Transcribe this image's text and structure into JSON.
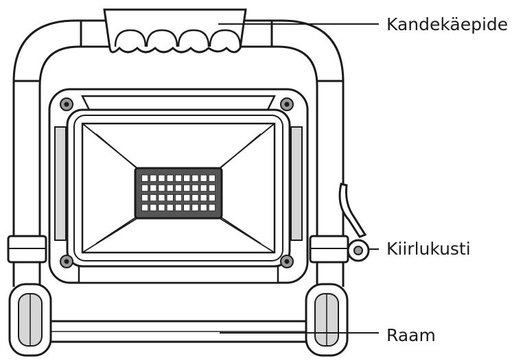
{
  "labels": {
    "handle": "Kandekäepide",
    "lock": "Kiirlukusti",
    "frame": "Raam"
  },
  "colors": {
    "stroke": "#1a1a1a",
    "shade_dark": "#555555",
    "shade_mid": "#9a9a9a",
    "shade_light": "#d6d6d6",
    "background": "#ffffff"
  },
  "led_grid": {
    "rows": 4,
    "cols": 9
  }
}
